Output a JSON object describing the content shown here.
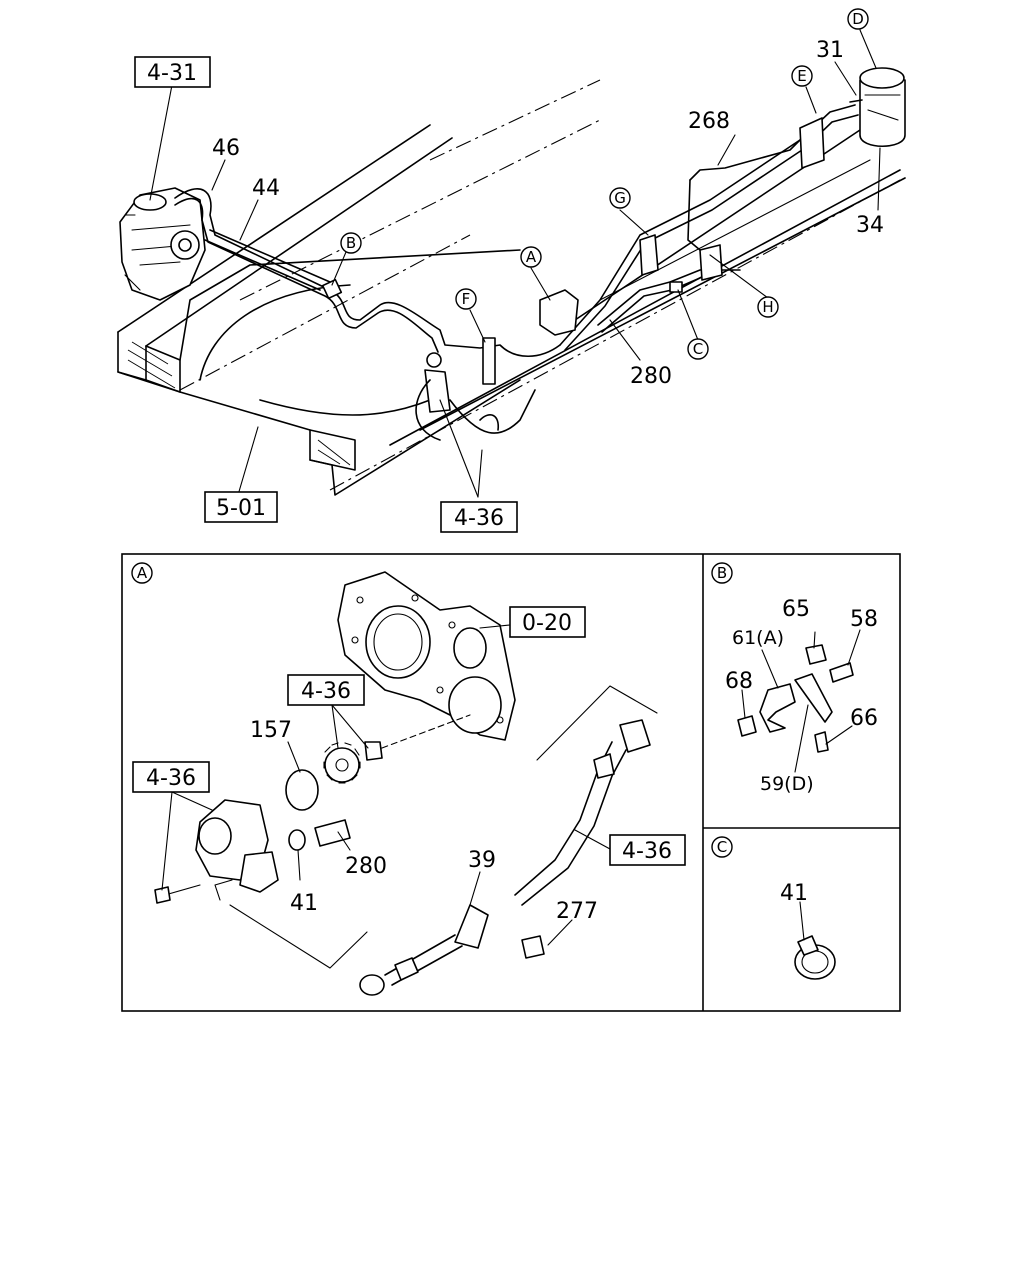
{
  "ref_boxes": {
    "top_4_31": "4-31",
    "top_5_01": "5-01",
    "top_4_36": "4-36",
    "a_0_20": "0-20",
    "a_4_36_sprocket": "4-36",
    "a_4_36_pump": "4-36",
    "a_4_36_hose": "4-36"
  },
  "top_labels": {
    "n46": "46",
    "n44": "44",
    "n268": "268",
    "n31": "31",
    "n34": "34",
    "n280": "280"
  },
  "callouts": {
    "A": "A",
    "B": "B",
    "C": "C",
    "D": "D",
    "E": "E",
    "F": "F",
    "G": "G",
    "H": "H"
  },
  "panels": {
    "a_title": "A",
    "b_title": "B",
    "c_title": "C"
  },
  "panel_a_labels": {
    "n157": "157",
    "n280": "280",
    "n41": "41",
    "n39": "39",
    "n277": "277"
  },
  "panel_b_labels": {
    "n65": "65",
    "n58": "58",
    "n61": "61(A)",
    "n68": "68",
    "n66": "66",
    "n59": "59(D)"
  },
  "panel_c_labels": {
    "n41": "41"
  }
}
